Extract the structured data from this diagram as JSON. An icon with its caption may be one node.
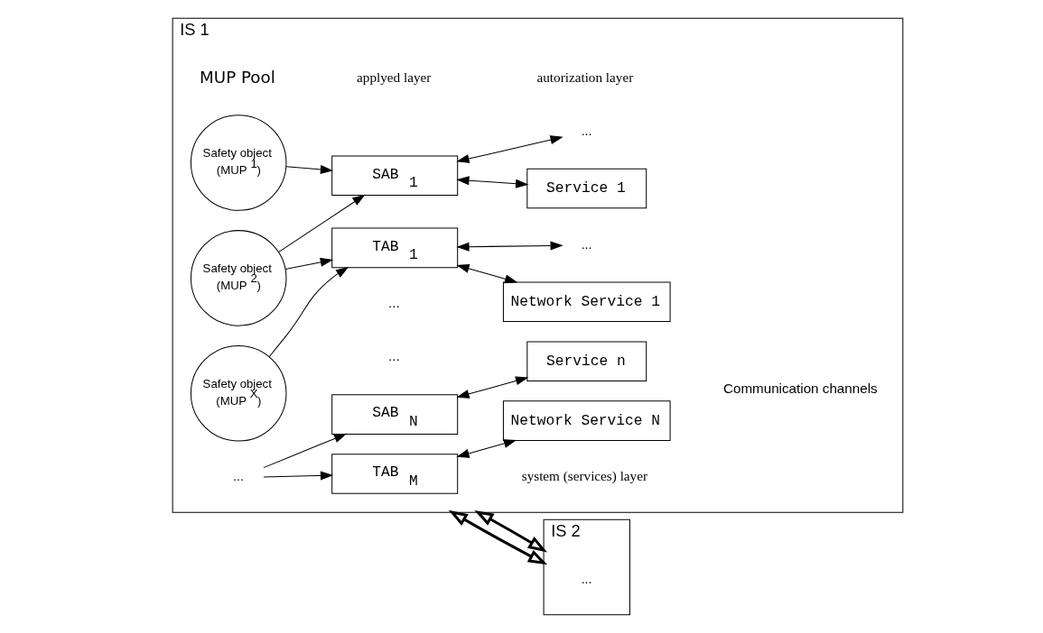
{
  "diagram": {
    "nodes": [
      {
        "text": [
          "IS 1"
        ]
      },
      {
        "text": [
          "Safety object (MUP $^{1}$)"
        ],
        "in": 0
      },
      {
        "text": [
          "Safety object (MUP $^{2}$)"
        ],
        "in": 0
      },
      {
        "text": [
          "..."
        ],
        "in": 0
      },
      {
        "text": [
          "Safety object (MUP $^{X}$)"
        ],
        "in": 0
      },
      {
        "text": [
          "SAB $_{1}$"
        ],
        "in": 0
      },
      {
        "text": [
          "SAB $_{N}$"
        ],
        "in": 0
      },
      {
        "text": [
          "TAB $_{1}$"
        ],
        "in": 0
      },
      {
        "text": [
          "TAB $_{M}$"
        ],
        "in": 0
      },
      {
        "text": [
          "Service 1"
        ],
        "in": 0
      },
      {
        "text": [
          "..."
        ],
        "in": 0
      },
      {
        "text": [
          "Service n"
        ],
        "in": 0
      },
      {
        "text": [
          "Network Service 1"
        ],
        "in": 0
      },
      {
        "text": [
          "..."
        ],
        "in": 0
      },
      {
        "text": [
          "Network Service N"
        ],
        "in": 0
      },
      {
        "text": [
          "IS 2"
        ]
      },
      {
        "text": [
          "..."
        ],
        "in": 15
      }
    ],
    "edges": [
      {
        "from": 1,
        "to": 5,
        "arrow": "to"
      },
      {
        "from": 2,
        "to": 5,
        "arrow": "to"
      },
      {
        "from": 2,
        "to": 7,
        "arrow": "to"
      },
      {
        "from": 3,
        "to": 6,
        "arrow": "to"
      },
      {
        "from": 3,
        "to": 8,
        "arrow": "to"
      },
      {
        "from": 4,
        "to": 7,
        "arrow": "to"
      },
      {
        "from": 5,
        "to": 9,
        "arrow": "both"
      },
      {
        "from": 5,
        "to": 10,
        "arrow": "both"
      },
      {
        "from": 6,
        "to": 11,
        "arrow": "both"
      },
      {
        "from": 7,
        "to": 12,
        "arrow": "both"
      },
      {
        "from": 7,
        "to": 13,
        "arrow": "both"
      },
      {
        "from": 8,
        "to": 14,
        "arrow": "both"
      },
      {
        "from": 0,
        "to": 15,
        "arrow": "both",
        "style": "thick"
      },
      {
        "from": 0,
        "to": 15,
        "arrow": "both",
        "style": "thick"
      }
    ],
    "labels": [
      "MUP Pool",
      "applyed layer",
      "autorization layer",
      "system (services) layer",
      "...",
      "...",
      "Communication channels"
    ]
  }
}
